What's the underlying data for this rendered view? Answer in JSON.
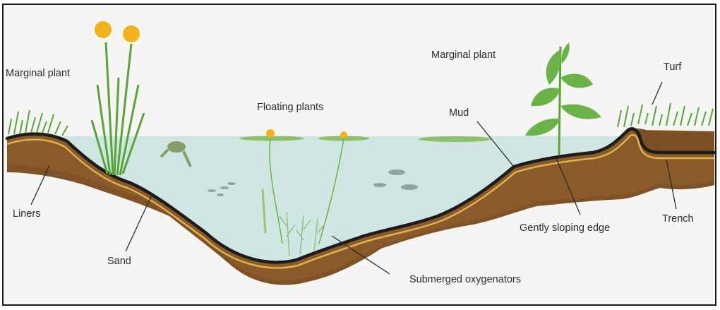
{
  "labels": {
    "marginal_plant_left": "Marginal plant",
    "marginal_plant_right": "Marginal plant",
    "floating_plants": "Floating plants",
    "mud": "Mud",
    "turf": "Turf",
    "liners": "Liners",
    "sand": "Sand",
    "submerged_oxygenators": "Submerged oxygenators",
    "gently_sloping_edge": "Gently sloping edge",
    "trench": "Trench"
  },
  "colors": {
    "water": "#cfe6e2",
    "soil": "#8a5a2b",
    "soil_dark": "#6e4420",
    "liner": "#1c1c1c",
    "sand": "#e0b24a",
    "grass": "#5aa33a",
    "leaf": "#6bb24a",
    "flower": "#f2b21c",
    "lily_pad": "#8cc06a"
  }
}
